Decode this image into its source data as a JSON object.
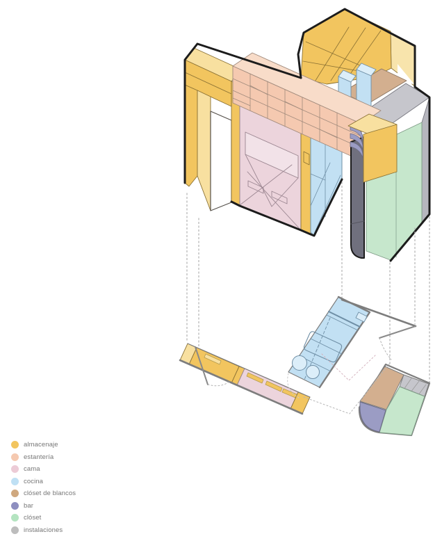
{
  "figure": {
    "description_top": "axonometric exploded view of micro-apartment furniture wall",
    "description_bottom": "floor plan projected below with dashed projection lines"
  },
  "legend": {
    "items": [
      {
        "label": "almacenaje",
        "color": "#F2C55F"
      },
      {
        "label": "estantería",
        "color": "#F5C9B0"
      },
      {
        "label": "cama",
        "color": "#ECCBD6"
      },
      {
        "label": "cocina",
        "color": "#BFE0F4"
      },
      {
        "label": "clóset de blancos",
        "color": "#CFA87F"
      },
      {
        "label": "bar",
        "color": "#8E8FC0"
      },
      {
        "label": "clóset",
        "color": "#B4E4C0"
      },
      {
        "label": "instalaciones",
        "color": "#BDBDBD"
      }
    ]
  },
  "palette": {
    "yellow": "#F2C55F",
    "yellowLight": "#F8E0A0",
    "yellowPale": "#F8E4AC",
    "peach": "#F5C9B0",
    "peachLight": "#F8DCC9",
    "pink": "#ECD4DC",
    "pinkLight": "#F2E2E8",
    "blue": "#C2E0F3",
    "blueLight": "#DCEEF9",
    "tan": "#D3AF8F",
    "purple": "#9B9CC4",
    "purpleDark": "#70707E",
    "green": "#C6E7CC",
    "gray": "#C6C6CC",
    "grayDark": "#B6B6BE",
    "white": "#FFFFFF"
  }
}
